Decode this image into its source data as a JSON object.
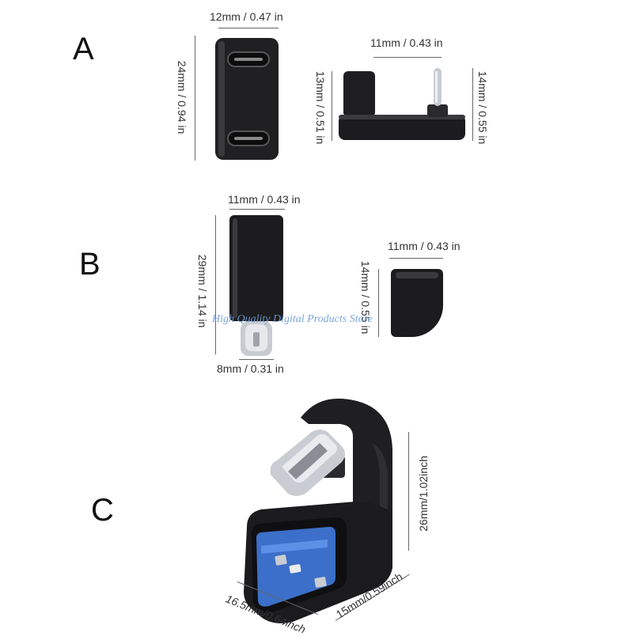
{
  "labels": {
    "a": "A",
    "b": "B",
    "c": "C"
  },
  "section_a": {
    "front_width": "12mm / 0.47 in",
    "front_height": "24mm / 0.94 in",
    "side_width": "11mm / 0.43 in",
    "side_left_height": "13mm / 0.51 in",
    "side_right_height": "14mm / 0.55 in"
  },
  "section_b": {
    "body_width": "11mm / 0.43 in",
    "body_height": "29mm / 1.14 in",
    "plug_width": "8mm / 0.31 in",
    "cap_width": "11mm / 0.43 in",
    "cap_height": "14mm / 0.55 in"
  },
  "section_c": {
    "height": "26mm/1.02inch",
    "depth": "16.5mm/0.64inch",
    "width": "15mm/0.59inch"
  },
  "watermark": "High Quality Digital Products Store",
  "colors": {
    "body": "#1c1c1e",
    "metal": "#c8ccd2",
    "usb_blue": "#3b6fc9"
  }
}
